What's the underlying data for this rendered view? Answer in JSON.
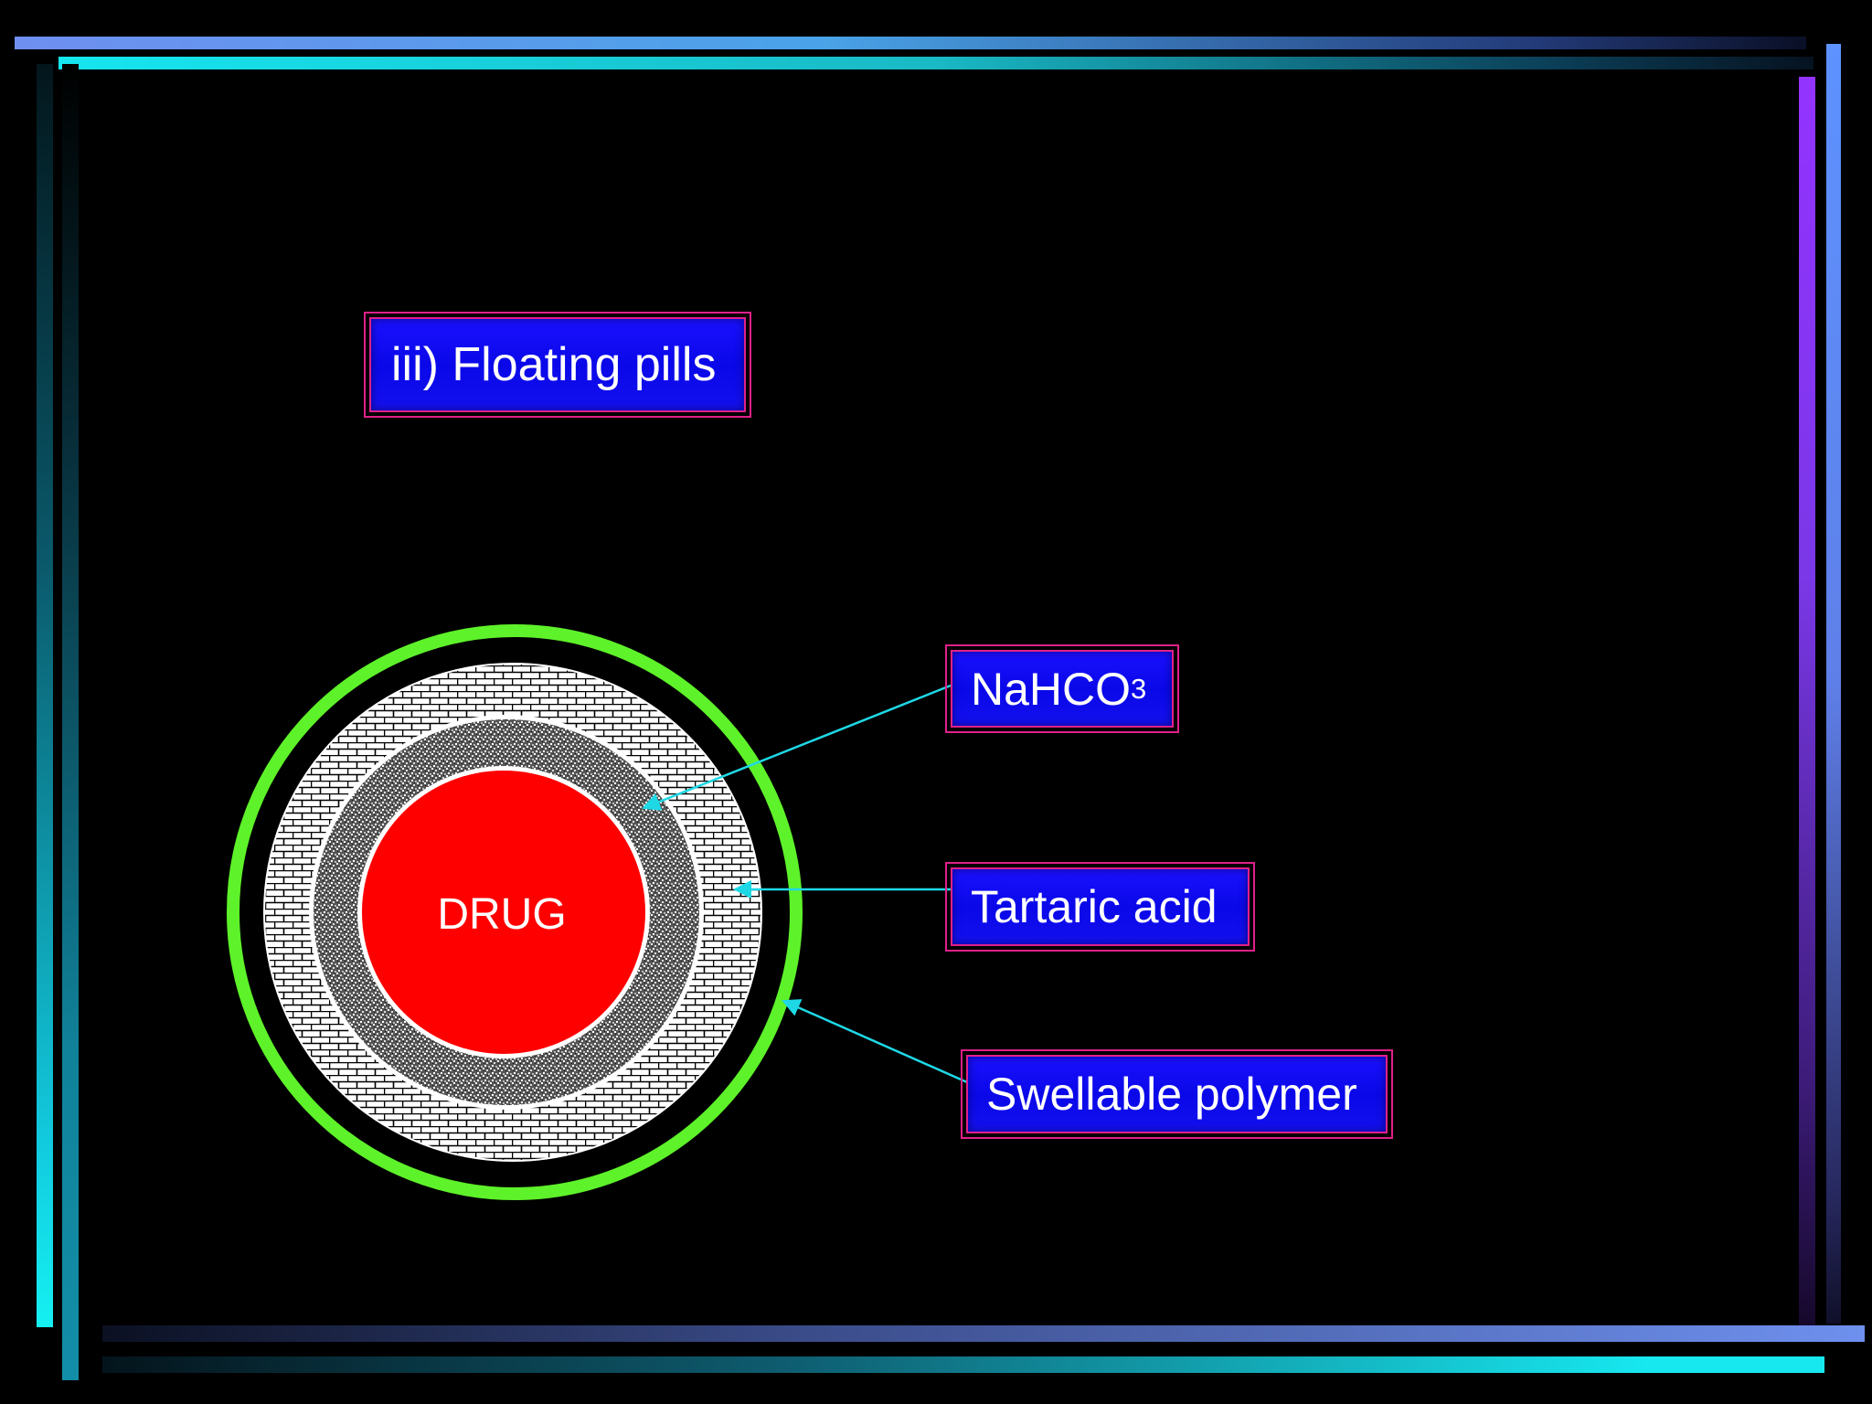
{
  "title": "iii) Floating pills",
  "drug_label": "DRUG",
  "labels": {
    "nahco3_main": "NaHCO",
    "nahco3_sub": "3",
    "tartaric": "Tartaric acid",
    "polymer": "Swellable polymer"
  },
  "colors": {
    "background": "#000000",
    "drug": "#ff0000",
    "outer_ring": "#5ef22a",
    "label_fill": "#0c0ae8",
    "label_border": "#e0208a",
    "arrow": "#1ed8e6"
  }
}
